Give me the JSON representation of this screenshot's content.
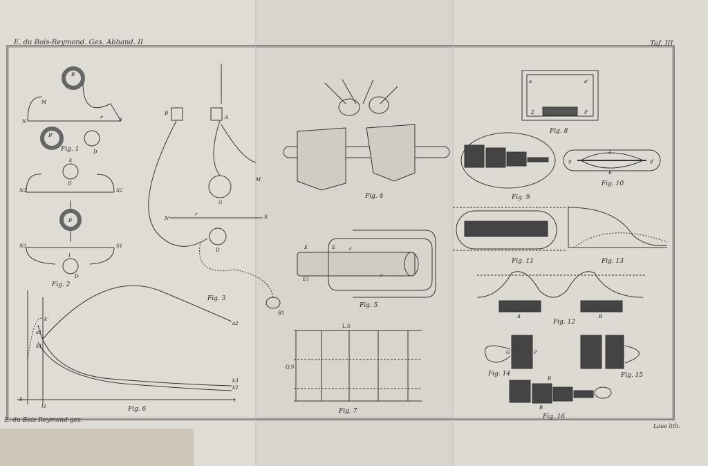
{
  "header": {
    "left": "E. du Bois-Reymond. Ges. Abhand. II",
    "right": "Taf. III"
  },
  "footer": {
    "left": "E. du Bois-Reymond gez.",
    "right": "Laue lith."
  },
  "figures": [
    "Fig. 1",
    "Fig. 2",
    "Fig. 3",
    "Fig. 4",
    "Fig. 5",
    "Fig. 6",
    "Fig. 7",
    "Fig. 8",
    "Fig. 9",
    "Fig. 10",
    "Fig. 11",
    "Fig. 12",
    "Fig. 13",
    "Fig. 14",
    "Fig. 15",
    "Fig. 16"
  ],
  "letters": {
    "fig1": [
      "B",
      "M",
      "N",
      "S",
      "B'",
      "D",
      "r"
    ],
    "fig2": [
      "k",
      "II",
      "S2",
      "N2",
      "B",
      "I",
      "D",
      "N1",
      "S1"
    ],
    "fig3": [
      "B",
      "A",
      "M",
      "G",
      "N",
      "S",
      "D",
      "B1",
      "r"
    ],
    "fig5": [
      "E",
      "E",
      "E1",
      "c",
      "c"
    ],
    "fig6": [
      "k'",
      "a1",
      "k1",
      "a2",
      "k2",
      "k3",
      "S",
      "t1",
      "t"
    ],
    "fig7": [
      "L.S",
      "Q.S"
    ],
    "fig8": [
      "Z",
      "P",
      "a",
      "a'"
    ],
    "fig10": [
      "g",
      "g'",
      "Z",
      "E"
    ],
    "fig12": [
      "A",
      "B"
    ],
    "fig14": [
      "G",
      "P"
    ],
    "fig16": [
      "B",
      "R"
    ]
  }
}
